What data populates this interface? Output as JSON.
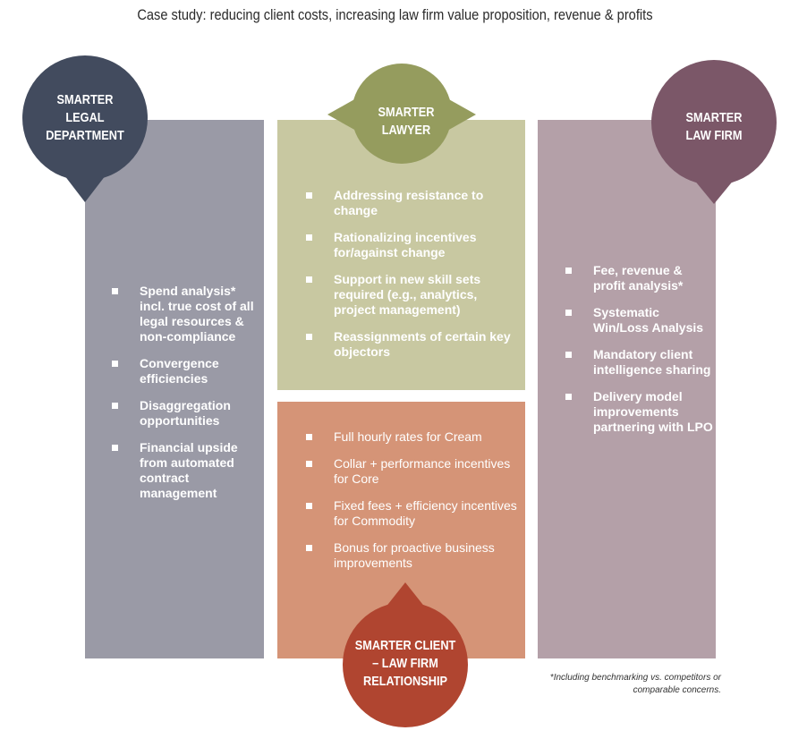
{
  "title": "Case study: reducing client costs, increasing law firm value proposition, revenue & profits",
  "colors": {
    "legal_panel": "#9a9aa6",
    "legal_bubble": "#424b5e",
    "lawyer_panel": "#c8c8a1",
    "lawyer_bubble": "#959c5e",
    "firm_panel": "#b4a0a8",
    "firm_bubble": "#7b5768",
    "relationship_panel": "#d59477",
    "relationship_bubble": "#b04530"
  },
  "legal": {
    "label": "SMARTER\nLEGAL\nDEPARTMENT",
    "items": [
      "Spend analysis* incl. true cost of all legal resources & non-compliance",
      "Convergence efficiencies",
      "Disaggregation opportunities",
      "Financial upside from automated contract management"
    ]
  },
  "lawyer": {
    "label": "SMARTER\nLAWYER",
    "items": [
      "Addressing resistance to change",
      "Rationalizing incentives for/against change",
      "Support in new skill sets required (e.g., analytics, project management)",
      "Reassignments of certain key objectors"
    ]
  },
  "firm": {
    "label": "SMARTER\nLAW FIRM",
    "items": [
      "Fee, revenue & profit analysis*",
      "Systematic Win/Loss Analysis",
      "Mandatory client intelligence sharing",
      "Delivery model improvements partnering with LPO"
    ]
  },
  "relationship": {
    "label": "SMARTER CLIENT\n– LAW FIRM\nRELATIONSHIP",
    "items": [
      "Full hourly rates for Cream",
      "Collar + performance incentives for Core",
      "Fixed fees + efficiency incentives for Commodity",
      "Bonus for proactive business improvements"
    ]
  },
  "footnote": "*Including benchmarking vs. competitors or comparable concerns."
}
